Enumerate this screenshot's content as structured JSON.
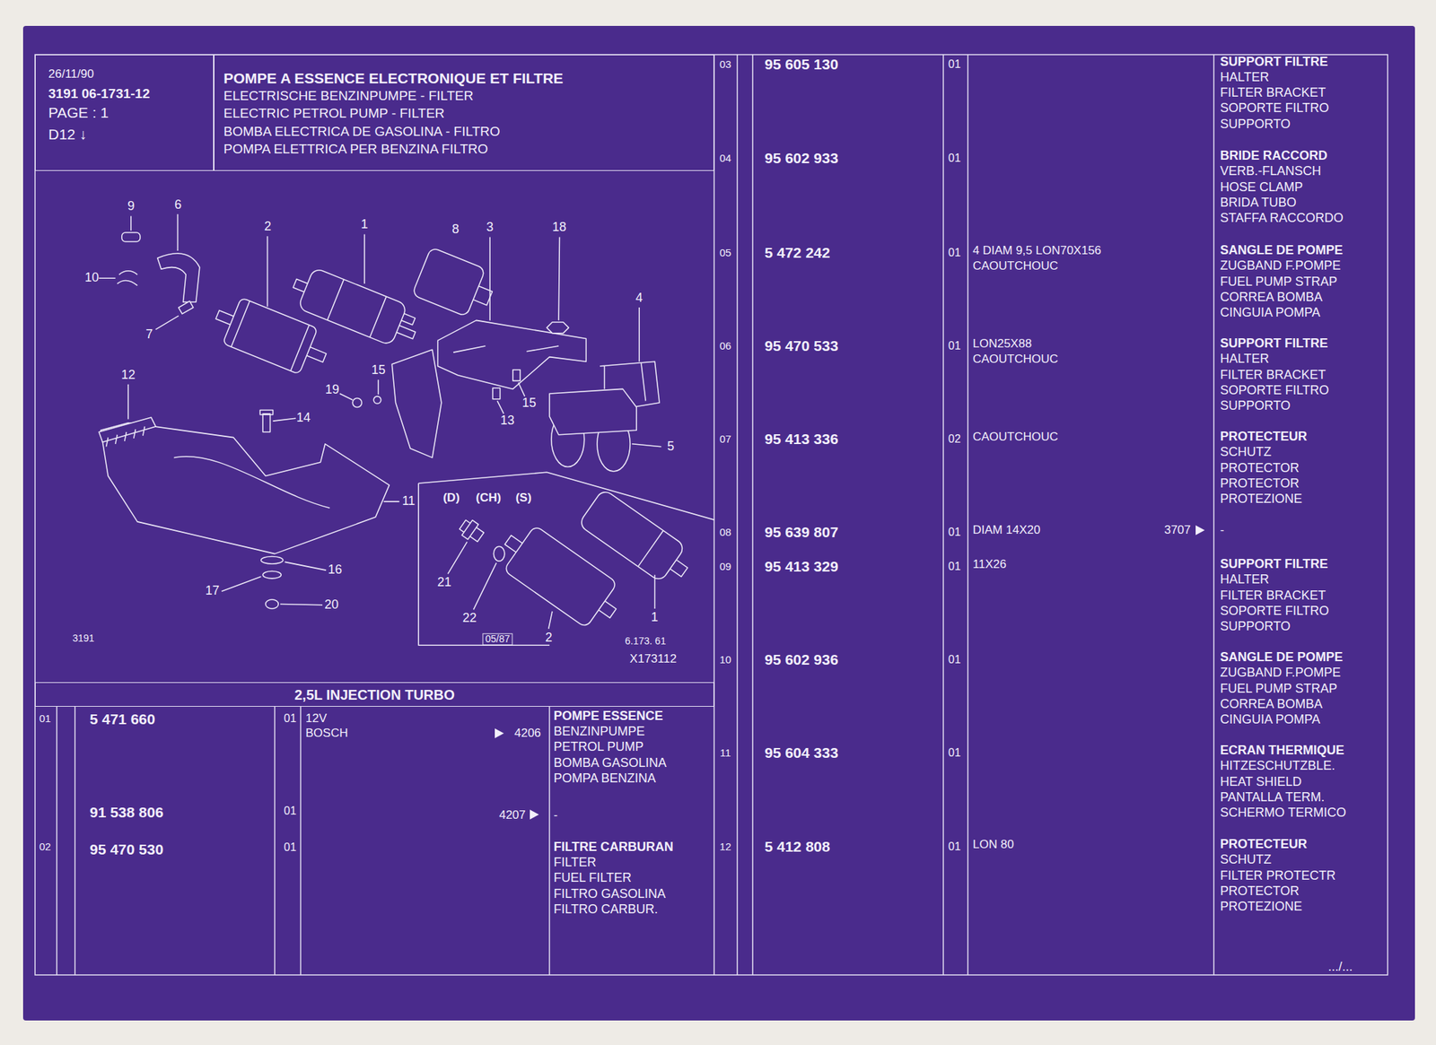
{
  "diagram": {
    "nodes": [
      {
        "text": [
          "26/11/90",
          "3191 06-1731-12",
          "PAGE : 1",
          "D12 ↓"
        ]
      },
      {
        "text": [
          "POMPE A ESSENCE ELECTRONIQUE ET FILTRE",
          "ELECTRISCHE BENZINPUMPE - FILTER",
          "ELECTRIC PETROL PUMP - FILTER",
          "BOMBA ELECTRICA DE GASOLINA - FILTRO",
          "POMPA ELETTRICA PER BENZINA FILTRO"
        ]
      },
      {
        "text": [
          "2,5L INJECTION TURBO"
        ]
      }
    ],
    "labels": [
      "9",
      "6",
      "2",
      "1",
      "8",
      "3",
      "18",
      "10",
      "7",
      "4",
      "12",
      "19",
      "15",
      "15",
      "13",
      "14",
      "5",
      "11",
      "16",
      "17",
      "20",
      "(D)",
      "(CH)",
      "(S)",
      "21",
      "22",
      "05/87",
      "2",
      "1",
      "6.173. 61",
      "X173112",
      "3191",
      "01",
      "5 471 660",
      "01",
      "12V",
      "BOSCH",
      "4206",
      "POMPE ESSENCE",
      "BENZINPUMPE",
      "PETROL PUMP",
      "BOMBA GASOLINA",
      "POMPA BENZINA",
      "91 538 806",
      "01",
      "4207",
      "-",
      "02",
      "95 470 530",
      "01",
      "FILTRE CARBURAN",
      "FILTER",
      "FUEL FILTER",
      "FILTRO GASOLINA",
      "FILTRO CARBUR.",
      "03",
      "95 605 130",
      "01",
      "SUPPORT FILTRE",
      "HALTER",
      "FILTER BRACKET",
      "SOPORTE FILTRO",
      "SUPPORTO",
      "04",
      "95 602 933",
      "01",
      "BRIDE RACCORD",
      "VERB.-FLANSCH",
      "HOSE CLAMP",
      "BRIDA TUBO",
      "STAFFA RACCORDO",
      "05",
      "5 472 242",
      "01",
      "4 DIAM 9,5 LON70X156",
      "CAOUTCHOUC",
      "SANGLE DE POMPE",
      "ZUGBAND F.POMPE",
      "FUEL PUMP STRAP",
      "CORREA BOMBA",
      "CINGUIA POMPA",
      "06",
      "95 470 533",
      "01",
      "LON25X88",
      "CAOUTCHOUC",
      "SUPPORT FILTRE",
      "HALTER",
      "FILTER BRACKET",
      "SOPORTE FILTRO",
      "SUPPORTO",
      "07",
      "95 413 336",
      "02",
      "CAOUTCHOUC",
      "PROTECTEUR",
      "SCHUTZ",
      "PROTECTOR",
      "PROTECTOR",
      "PROTEZIONE",
      "08",
      "95 639 807",
      "01",
      "DIAM 14X20",
      "3707",
      "-",
      "09",
      "95 413 329",
      "01",
      "11X26",
      "SUPPORT FILTRE",
      "HALTER",
      "FILTER BRACKET",
      "SOPORTE FILTRO",
      "SUPPORTO",
      "10",
      "95 602 936",
      "01",
      "SANGLE DE POMPE",
      "ZUGBAND F.POMPE",
      "FUEL PUMP STRAP",
      "CORREA BOMBA",
      "CINGUIA POMPA",
      "11",
      "95 604 333",
      "01",
      "ECRAN THERMIQUE",
      "HITZESCHUTZBLE.",
      "HEAT SHIELD",
      "PANTALLA TERM.",
      "SCHERMO TERMICO",
      "12",
      "5 412 808",
      "01",
      "LON 80",
      "PROTECTEUR",
      "SCHUTZ",
      "FILTER PROTECTR",
      "PROTECTOR",
      "PROTEZIONE",
      ".../..."
    ]
  }
}
